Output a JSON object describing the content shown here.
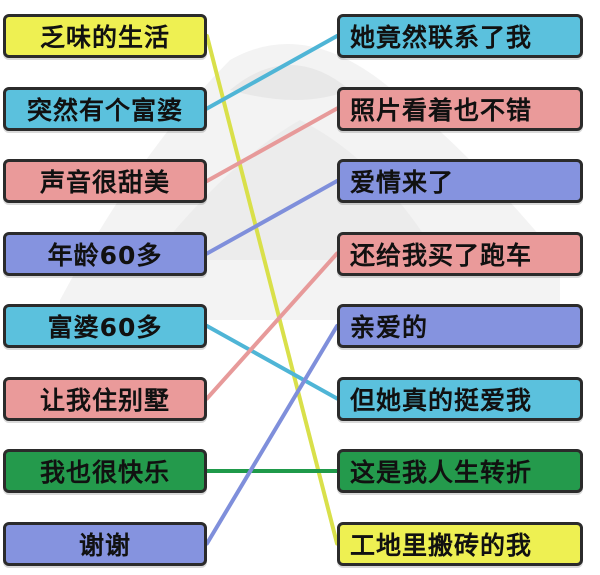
{
  "colors": {
    "yellow": "#eef052",
    "cyan": "#5bc1dd",
    "pink": "#ea9a9a",
    "purple": "#8593df",
    "green": "#249a4c",
    "line_yellow": "#d9e04a",
    "line_cyan": "#4fb5d6",
    "line_pink": "#e79a9a",
    "line_purple": "#7f8fdb",
    "line_green": "#1f9a4a"
  },
  "left_items": [
    {
      "label": "乏味的生活",
      "color": "yellow"
    },
    {
      "label": "突然有个富婆",
      "color": "cyan"
    },
    {
      "label": "声音很甜美",
      "color": "pink"
    },
    {
      "label": "年龄60多",
      "color": "purple"
    },
    {
      "label": "富婆60多",
      "color": "cyan"
    },
    {
      "label": "让我住别墅",
      "color": "pink"
    },
    {
      "label": "我也很快乐",
      "color": "green"
    },
    {
      "label": "谢谢",
      "color": "purple"
    }
  ],
  "right_items": [
    {
      "label": "她竟然联系了我",
      "color": "cyan"
    },
    {
      "label": "照片看着也不错",
      "color": "pink"
    },
    {
      "label": "爱情来了",
      "color": "purple"
    },
    {
      "label": "还给我买了跑车",
      "color": "pink"
    },
    {
      "label": "亲爱的",
      "color": "purple"
    },
    {
      "label": "但她真的挺爱我",
      "color": "cyan"
    },
    {
      "label": "这是我人生转折",
      "color": "green"
    },
    {
      "label": "工地里搬砖的我",
      "color": "yellow"
    }
  ],
  "connections": [
    {
      "from": 0,
      "to": 7,
      "color": "line_yellow"
    },
    {
      "from": 1,
      "to": 0,
      "color": "line_cyan"
    },
    {
      "from": 2,
      "to": 1,
      "color": "line_pink"
    },
    {
      "from": 3,
      "to": 2,
      "color": "line_purple"
    },
    {
      "from": 4,
      "to": 5,
      "color": "line_cyan"
    },
    {
      "from": 5,
      "to": 3,
      "color": "line_pink"
    },
    {
      "from": 6,
      "to": 6,
      "color": "line_green"
    },
    {
      "from": 7,
      "to": 4,
      "color": "line_purple"
    }
  ]
}
